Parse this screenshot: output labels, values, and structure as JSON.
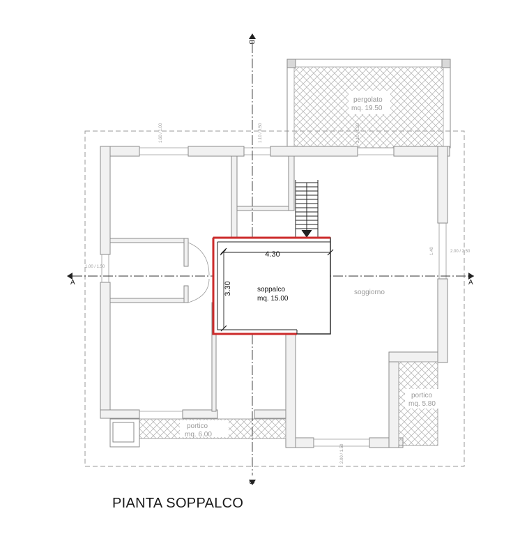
{
  "title": "PIANTA SOPPALCO",
  "section_markers": {
    "a": "A",
    "b": "B"
  },
  "rooms": {
    "pergolato_name": "pergolato",
    "pergolato_area": "mq. 19.50",
    "soppalco_name": "soppalco",
    "soppalco_area": "mq. 15.00",
    "soggiorno_name": "soggiorno",
    "portico_right_name": "portico",
    "portico_right_area": "mq. 5.80",
    "portico_bottom_name": "portico",
    "portico_bottom_area": "mq. 6.00"
  },
  "dimensions": {
    "mezzanine_width": "4.30",
    "mezzanine_depth": "3.30",
    "window_top_left": "1.60 / 1.00",
    "window_top_mid": "1.10 / 0.50",
    "window_top_right": "2.10 / 1.20",
    "window_left": "1.00 / 1.50",
    "window_right": "2.00 / 2.50",
    "window_right_small": "1.40",
    "window_bottom": "2.00 / 1.50"
  },
  "colors": {
    "wall_outline": "#8a8a8a",
    "mezzanine_red": "#cc2b2b",
    "hatch": "#b5b5b5",
    "section_line": "#333333"
  }
}
